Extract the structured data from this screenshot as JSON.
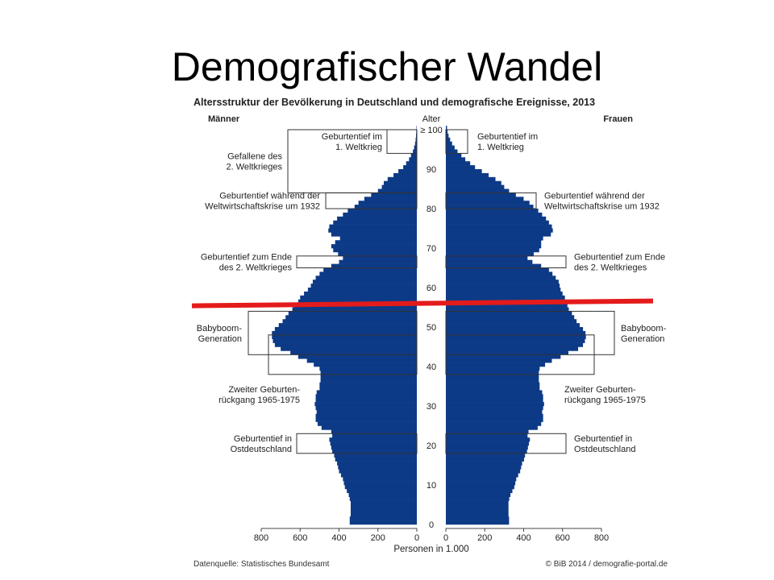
{
  "slide": {
    "title": "Demografischer Wandel"
  },
  "colors": {
    "bars": "#0d3a86",
    "marker": "#e41b1b",
    "box": "#333333"
  },
  "chart_data": {
    "type": "bar",
    "orientation": "horizontal",
    "title": "Altersstruktur der Bevölkerung in Deutschland und demografische Ereignisse, 2013",
    "xlabel": "Personen in 1.000",
    "ylabel": "Alter",
    "sides": {
      "left": "Männer",
      "right": "Frauen"
    },
    "xlim": [
      0,
      800
    ],
    "ylim": [
      0,
      100
    ],
    "x_ticks": [
      800,
      600,
      400,
      200,
      0,
      0,
      200,
      400,
      600,
      800
    ],
    "y_ticks": [
      "0",
      "10",
      "20",
      "30",
      "40",
      "50",
      "60",
      "70",
      "80",
      "90",
      "≥ 100"
    ],
    "marker_age": 56,
    "series": [
      {
        "name": "Männer",
        "age_values": [
          [
            0,
            345
          ],
          [
            1,
            345
          ],
          [
            2,
            340
          ],
          [
            3,
            340
          ],
          [
            4,
            340
          ],
          [
            5,
            340
          ],
          [
            6,
            345
          ],
          [
            7,
            350
          ],
          [
            8,
            360
          ],
          [
            9,
            370
          ],
          [
            10,
            375
          ],
          [
            11,
            380
          ],
          [
            12,
            390
          ],
          [
            13,
            400
          ],
          [
            14,
            405
          ],
          [
            15,
            410
          ],
          [
            16,
            420
          ],
          [
            17,
            425
          ],
          [
            18,
            435
          ],
          [
            19,
            440
          ],
          [
            20,
            445
          ],
          [
            21,
            450
          ],
          [
            22,
            435
          ],
          [
            23,
            440
          ],
          [
            24,
            490
          ],
          [
            25,
            510
          ],
          [
            26,
            520
          ],
          [
            27,
            520
          ],
          [
            28,
            515
          ],
          [
            29,
            520
          ],
          [
            30,
            525
          ],
          [
            31,
            520
          ],
          [
            32,
            520
          ],
          [
            33,
            515
          ],
          [
            34,
            500
          ],
          [
            35,
            500
          ],
          [
            36,
            495
          ],
          [
            37,
            495
          ],
          [
            38,
            495
          ],
          [
            39,
            500
          ],
          [
            40,
            530
          ],
          [
            41,
            565
          ],
          [
            42,
            610
          ],
          [
            43,
            650
          ],
          [
            44,
            700
          ],
          [
            45,
            730
          ],
          [
            46,
            740
          ],
          [
            47,
            745
          ],
          [
            48,
            745
          ],
          [
            49,
            730
          ],
          [
            50,
            710
          ],
          [
            51,
            690
          ],
          [
            52,
            675
          ],
          [
            53,
            660
          ],
          [
            54,
            640
          ],
          [
            55,
            630
          ],
          [
            56,
            610
          ],
          [
            57,
            600
          ],
          [
            58,
            580
          ],
          [
            59,
            560
          ],
          [
            60,
            545
          ],
          [
            61,
            535
          ],
          [
            62,
            520
          ],
          [
            63,
            500
          ],
          [
            64,
            480
          ],
          [
            65,
            440
          ],
          [
            66,
            400
          ],
          [
            67,
            380
          ],
          [
            68,
            405
          ],
          [
            69,
            430
          ],
          [
            70,
            440
          ],
          [
            71,
            420
          ],
          [
            72,
            395
          ],
          [
            73,
            440
          ],
          [
            74,
            455
          ],
          [
            75,
            450
          ],
          [
            76,
            430
          ],
          [
            77,
            410
          ],
          [
            78,
            380
          ],
          [
            79,
            355
          ],
          [
            80,
            320
          ],
          [
            81,
            300
          ],
          [
            82,
            270
          ],
          [
            83,
            235
          ],
          [
            84,
            200
          ],
          [
            85,
            180
          ],
          [
            86,
            170
          ],
          [
            87,
            150
          ],
          [
            88,
            120
          ],
          [
            89,
            95
          ],
          [
            90,
            70
          ],
          [
            91,
            55
          ],
          [
            92,
            40
          ],
          [
            93,
            30
          ],
          [
            94,
            20
          ],
          [
            95,
            14
          ],
          [
            96,
            9
          ],
          [
            97,
            6
          ],
          [
            98,
            4
          ],
          [
            99,
            3
          ],
          [
            100,
            2
          ]
        ]
      },
      {
        "name": "Frauen",
        "age_values": [
          [
            0,
            325
          ],
          [
            1,
            325
          ],
          [
            2,
            322
          ],
          [
            3,
            322
          ],
          [
            4,
            322
          ],
          [
            5,
            322
          ],
          [
            6,
            326
          ],
          [
            7,
            332
          ],
          [
            8,
            342
          ],
          [
            9,
            352
          ],
          [
            10,
            357
          ],
          [
            11,
            362
          ],
          [
            12,
            372
          ],
          [
            13,
            382
          ],
          [
            14,
            387
          ],
          [
            15,
            392
          ],
          [
            16,
            402
          ],
          [
            17,
            407
          ],
          [
            18,
            417
          ],
          [
            19,
            422
          ],
          [
            20,
            427
          ],
          [
            21,
            432
          ],
          [
            22,
            420
          ],
          [
            23,
            425
          ],
          [
            24,
            472
          ],
          [
            25,
            490
          ],
          [
            26,
            500
          ],
          [
            27,
            500
          ],
          [
            28,
            495
          ],
          [
            29,
            500
          ],
          [
            30,
            505
          ],
          [
            31,
            500
          ],
          [
            32,
            500
          ],
          [
            33,
            495
          ],
          [
            34,
            482
          ],
          [
            35,
            482
          ],
          [
            36,
            478
          ],
          [
            37,
            478
          ],
          [
            38,
            478
          ],
          [
            39,
            482
          ],
          [
            40,
            510
          ],
          [
            41,
            545
          ],
          [
            42,
            590
          ],
          [
            43,
            630
          ],
          [
            44,
            680
          ],
          [
            45,
            705
          ],
          [
            46,
            715
          ],
          [
            47,
            720
          ],
          [
            48,
            718
          ],
          [
            49,
            705
          ],
          [
            50,
            688
          ],
          [
            51,
            672
          ],
          [
            52,
            660
          ],
          [
            53,
            648
          ],
          [
            54,
            632
          ],
          [
            55,
            625
          ],
          [
            56,
            615
          ],
          [
            57,
            612
          ],
          [
            58,
            600
          ],
          [
            59,
            590
          ],
          [
            60,
            585
          ],
          [
            61,
            580
          ],
          [
            62,
            565
          ],
          [
            63,
            548
          ],
          [
            64,
            530
          ],
          [
            65,
            490
          ],
          [
            66,
            445
          ],
          [
            67,
            420
          ],
          [
            68,
            452
          ],
          [
            69,
            480
          ],
          [
            70,
            490
          ],
          [
            71,
            490
          ],
          [
            72,
            500
          ],
          [
            73,
            540
          ],
          [
            74,
            550
          ],
          [
            75,
            545
          ],
          [
            76,
            530
          ],
          [
            77,
            515
          ],
          [
            78,
            495
          ],
          [
            79,
            475
          ],
          [
            80,
            450
          ],
          [
            81,
            430
          ],
          [
            82,
            400
          ],
          [
            83,
            360
          ],
          [
            84,
            325
          ],
          [
            85,
            300
          ],
          [
            86,
            285
          ],
          [
            87,
            255
          ],
          [
            88,
            220
          ],
          [
            89,
            185
          ],
          [
            90,
            150
          ],
          [
            91,
            125
          ],
          [
            92,
            100
          ],
          [
            93,
            80
          ],
          [
            94,
            60
          ],
          [
            95,
            45
          ],
          [
            96,
            32
          ],
          [
            97,
            22
          ],
          [
            98,
            14
          ],
          [
            99,
            9
          ],
          [
            100,
            6
          ]
        ]
      }
    ],
    "annotations": [
      {
        "side": "left",
        "lines": [
          "Gefallene des",
          "2. Weltkrieges"
        ],
        "age_from": 84,
        "age_to": 100
      },
      {
        "side": "left",
        "lines": [
          "Geburtentief im",
          "1. Weltkrieg"
        ],
        "age_from": 94,
        "age_to": 100
      },
      {
        "side": "right",
        "lines": [
          "Geburtentief im",
          "1. Weltkrieg"
        ],
        "age_from": 94,
        "age_to": 100
      },
      {
        "side": "left",
        "lines": [
          "Geburtentief während der",
          "Weltwirtschaftskrise um 1932"
        ],
        "age_from": 80,
        "age_to": 84
      },
      {
        "side": "right",
        "lines": [
          "Geburtentief während der",
          "Weltwirtschaftskrise um 1932"
        ],
        "age_from": 80,
        "age_to": 84
      },
      {
        "side": "left",
        "lines": [
          "Geburtentief zum Ende",
          "des 2. Weltkrieges"
        ],
        "age_from": 65,
        "age_to": 68
      },
      {
        "side": "right",
        "lines": [
          "Geburtentief zum Ende",
          "des 2. Weltkrieges"
        ],
        "age_from": 65,
        "age_to": 68
      },
      {
        "side": "left",
        "lines": [
          "Babyboom-",
          "Generation"
        ],
        "age_from": 43,
        "age_to": 54
      },
      {
        "side": "right",
        "lines": [
          "Babyboom-",
          "Generation"
        ],
        "age_from": 43,
        "age_to": 54
      },
      {
        "side": "left",
        "lines": [
          "Zweiter Geburten-",
          "rückgang 1965-1975"
        ],
        "age_from": 38,
        "age_to": 48
      },
      {
        "side": "right",
        "lines": [
          "Zweiter Geburten-",
          "rückgang 1965-1975"
        ],
        "age_from": 38,
        "age_to": 48
      },
      {
        "side": "left",
        "lines": [
          "Geburtentief in",
          "Ostdeutschland"
        ],
        "age_from": 18,
        "age_to": 23
      },
      {
        "side": "right",
        "lines": [
          "Geburtentief in",
          "Ostdeutschland"
        ],
        "age_from": 18,
        "age_to": 23
      }
    ],
    "footer": {
      "source": "Datenquelle: Statistisches Bundesamt",
      "credit": "© BiB 2014 / demografie-portal.de"
    }
  }
}
